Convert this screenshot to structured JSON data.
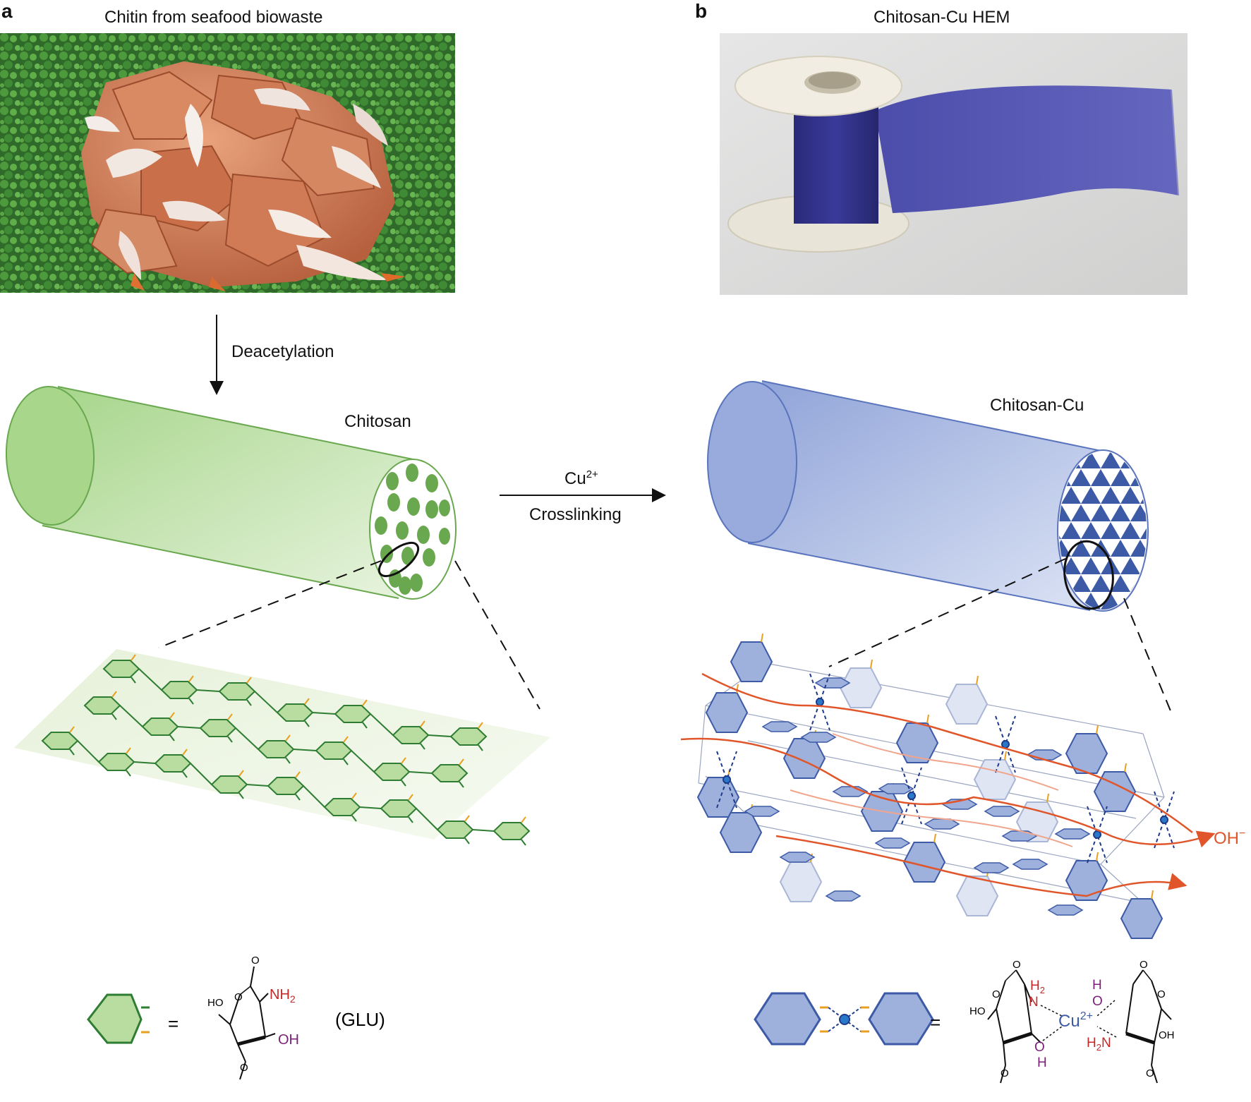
{
  "panel_a": {
    "label": "a",
    "photo_title": "Chitin from seafood biowaste",
    "process_label": "Deacetylation",
    "cylinder_label": "Chitosan",
    "legend": {
      "equals": "=",
      "nh2": "NH",
      "nh2_sub": "2",
      "oh": "OH",
      "ho": "HO",
      "o_top": "O",
      "o_ring": "O",
      "o_bottom": "O",
      "glu": "(GLU)"
    }
  },
  "arrow": {
    "reagent": "Cu",
    "reagent_sup": "2+",
    "process": "Crosslinking"
  },
  "panel_b": {
    "label": "b",
    "photo_title": "Chitosan-Cu HEM",
    "cylinder_label": "Chitosan-Cu",
    "ion_label": "OH",
    "ion_sup": "−",
    "legend": {
      "equals": "=",
      "cu": "Cu",
      "cu_sup": "2+",
      "h2_left": "H",
      "h2_left_sub": "2",
      "n_left": "N",
      "o_left": "O",
      "h_left": "H",
      "ho_left": "HO",
      "h_right": "H",
      "o_right": "O",
      "h2n_right": "H",
      "h2n_right_sub": "2",
      "n_right": "N",
      "oh_right": "OH",
      "o_top_left": "O",
      "o_top_right": "O",
      "o_ring_left": "O",
      "o_ring_right": "O",
      "o_bot_left": "O",
      "o_bot_right": "O"
    }
  },
  "colors": {
    "green_fill": "#b9dca0",
    "green_stroke": "#2e7d32",
    "green_dot": "#6aa84f",
    "blue_fill": "#9eb0dc",
    "blue_stroke": "#3d5aa6",
    "blue_dark": "#1f3a8a",
    "orange": "#e8a020",
    "red": "#e0562a",
    "nh2_red": "#c62828",
    "oh_purple": "#7b1f7a"
  }
}
